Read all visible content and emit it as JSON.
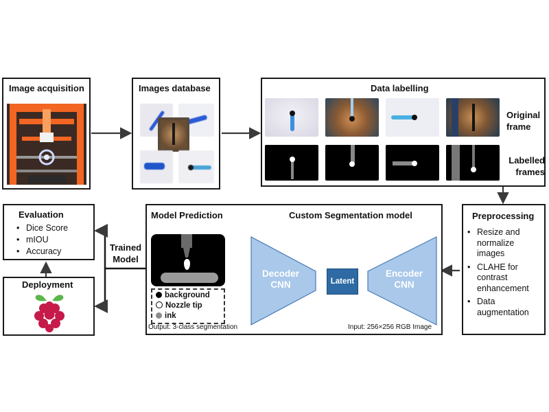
{
  "image_acquisition": {
    "title": "Image acquisition"
  },
  "images_database": {
    "title": "Images database"
  },
  "data_labelling": {
    "title": "Data labelling",
    "original_label": "Original frame",
    "labelled_label": "Labelled frames"
  },
  "preprocessing": {
    "title": "Preprocessing",
    "items": [
      "Resize and normalize images",
      "CLAHE for contrast enhancement",
      "Data augmentation"
    ]
  },
  "evaluation": {
    "title": "Evaluation",
    "items": [
      "Dice Score",
      "mIOU",
      "Accuracy"
    ]
  },
  "deployment": {
    "title": "Deployment"
  },
  "trained_model": {
    "line1": "Trained",
    "line2": "Model"
  },
  "segmentation": {
    "prediction_title": "Model Prediction",
    "model_title": "Custom Segmentation model",
    "decoder": {
      "line1": "Decoder",
      "line2": "CNN"
    },
    "encoder": {
      "line1": "Encoder",
      "line2": "CNN"
    },
    "latent": "Latent",
    "legend": [
      "background",
      "Nozzle tip",
      "ink"
    ],
    "output_note": "Output: 3-class segmentation",
    "input_note": "Input: 256×256 RGB Image"
  },
  "colors": {
    "cnn_fill": "#a9c8ea",
    "latent_fill": "#2e6aa3",
    "arrow": "#3a3a3a",
    "frame_orange": "#f26522"
  }
}
